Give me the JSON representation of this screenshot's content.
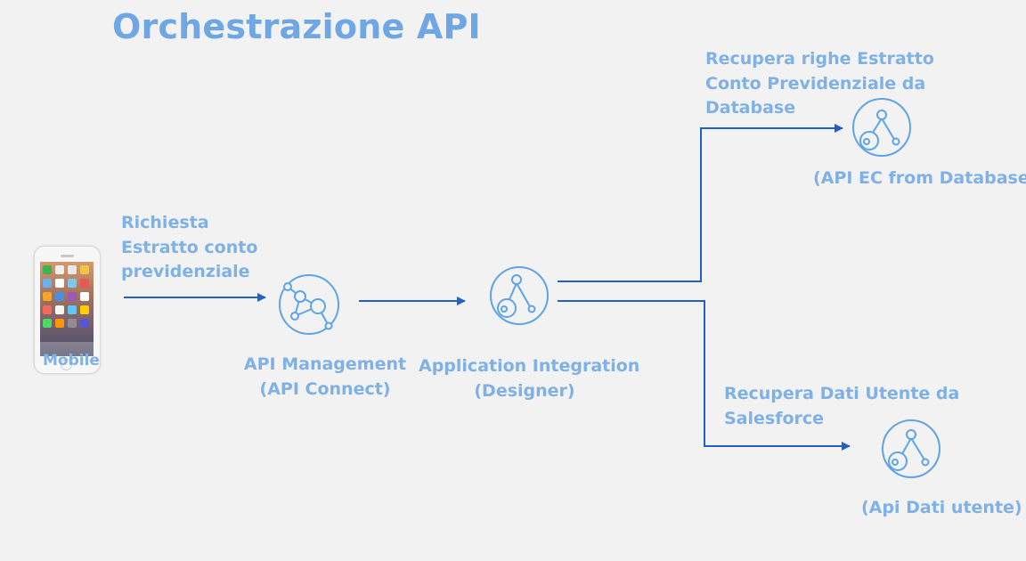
{
  "title": "Orchestrazione API",
  "mobile": {
    "label": "Mobile",
    "app_colors": [
      "#3fb34f",
      "#f0f0f0",
      "#e8e8e8",
      "#f5c343",
      "#6db0f0",
      "#ffffff",
      "#7bc9f0",
      "#e85a4f",
      "#f5a623",
      "#4a90e2",
      "#9b59b6",
      "#ffffff",
      "#f06b5a",
      "#f5f5f5",
      "#5ac8fa",
      "#ffcc00",
      "#4cd964",
      "#ff9500",
      "#8e8e93",
      "#5856d6"
    ],
    "dock_colors": [
      "#4cd964",
      "#5ac8fa",
      "#ff3b30",
      "#ff9500"
    ]
  },
  "request_label": [
    "Richiesta",
    "Estratto conto",
    "previdenziale"
  ],
  "nodes": {
    "api_management": {
      "line1": "API Management",
      "line2": "(API Connect)"
    },
    "application_integration": {
      "line1": "Application Integration",
      "line2": "(Designer)"
    },
    "api_ec": {
      "label": "(API EC from Database)"
    },
    "api_dati": {
      "label": "(Api Dati utente)"
    }
  },
  "branch_top": [
    "Recupera righe Estratto",
    "Conto Previdenziale da",
    "Database"
  ],
  "branch_bottom": [
    "Recupera Dati Utente da",
    "Salesforce"
  ],
  "colors": {
    "title": "#6ea7e4",
    "text": "#7fb1e6",
    "icon": "#5ea4e6",
    "arrow": "#2060c8",
    "background": "#f2f2f2"
  }
}
